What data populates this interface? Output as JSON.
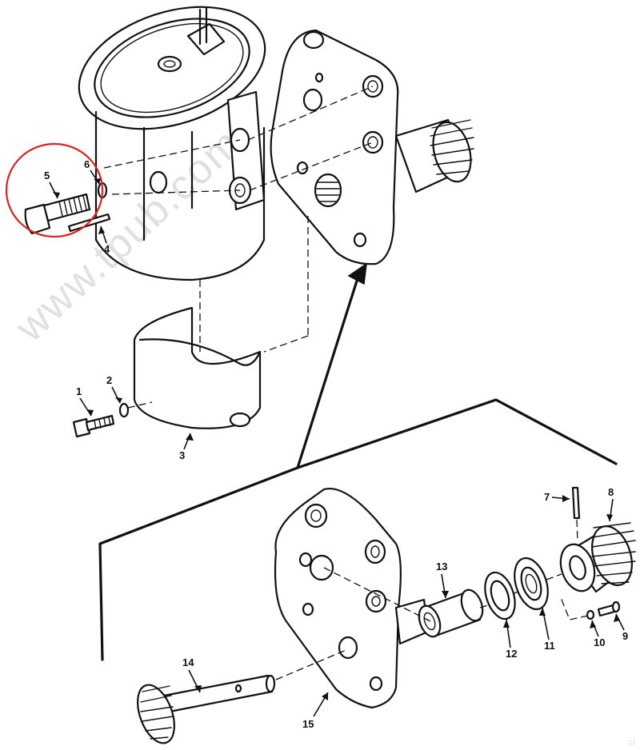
{
  "watermark": "www.tpub.com",
  "callouts": {
    "c1": "1",
    "c2": "2",
    "c3": "3",
    "c4": "4",
    "c5": "5",
    "c6": "6",
    "c7": "7",
    "c8": "8",
    "c9": "9",
    "c10": "10",
    "c11": "11",
    "c12": "12",
    "c13": "13",
    "c14": "14",
    "c15": "15"
  },
  "highlight": {
    "item": "5",
    "color": "#e02020"
  },
  "corner_mark": "∷"
}
